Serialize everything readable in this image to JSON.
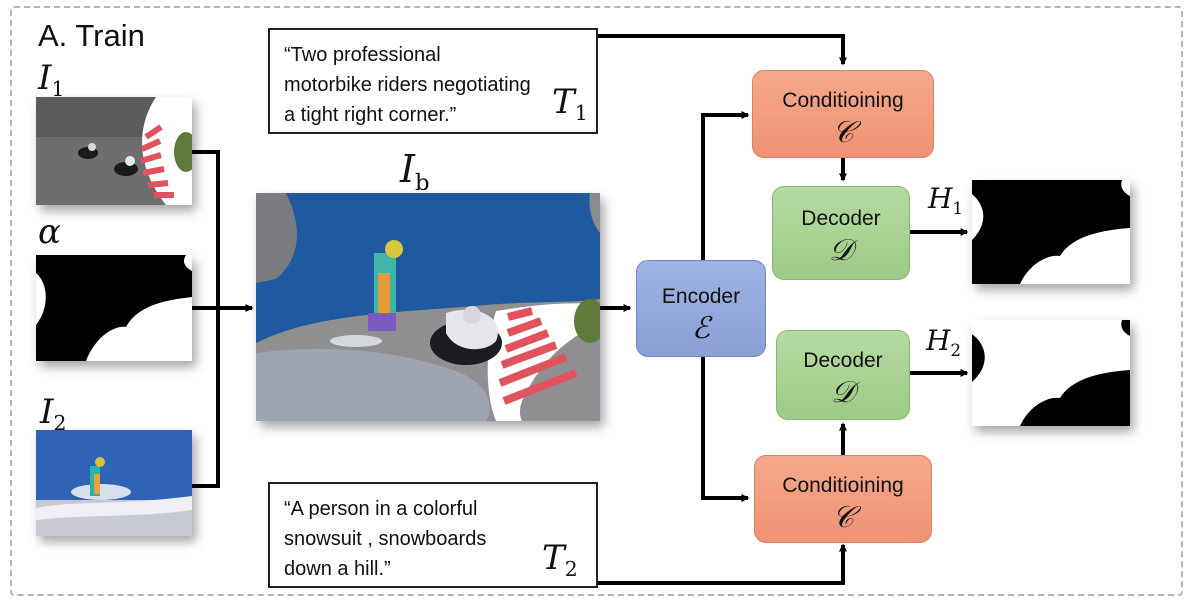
{
  "panel_title": "A. Train",
  "captions": {
    "t1": {
      "text": "“Two professional\nmotorbike riders negotiating\na tight right corner.”",
      "symbol": "T",
      "sub": "1"
    },
    "t2": {
      "text": "“A person in a colorful\nsnowsuit , snowboards\ndown a hill.”",
      "symbol": "T",
      "sub": "2"
    }
  },
  "image_labels": {
    "i1": {
      "symbol": "I",
      "sub": "1"
    },
    "alpha": {
      "symbol": "α"
    },
    "i2": {
      "symbol": "I",
      "sub": "2"
    },
    "ib": {
      "symbol": "I",
      "sub": "b"
    },
    "h1": {
      "symbol": "H",
      "sub": "1"
    },
    "h2": {
      "symbol": "H",
      "sub": "2"
    }
  },
  "blocks": {
    "encoder": {
      "label": "Encoder",
      "symbol": "ℰ"
    },
    "conditioning_top": {
      "label": "Conditioining",
      "symbol": "𝒞"
    },
    "conditioning_bottom": {
      "label": "Conditioining",
      "symbol": "𝒞"
    },
    "decoder_top": {
      "label": "Decoder",
      "symbol": "𝒟"
    },
    "decoder_bottom": {
      "label": "Decoder",
      "symbol": "𝒟"
    }
  },
  "colors": {
    "conditioning": "#f2997a",
    "decoder": "#a7d292",
    "encoder": "#93a9dd",
    "arrow": "#000000",
    "frame": "#b5b5b5"
  }
}
